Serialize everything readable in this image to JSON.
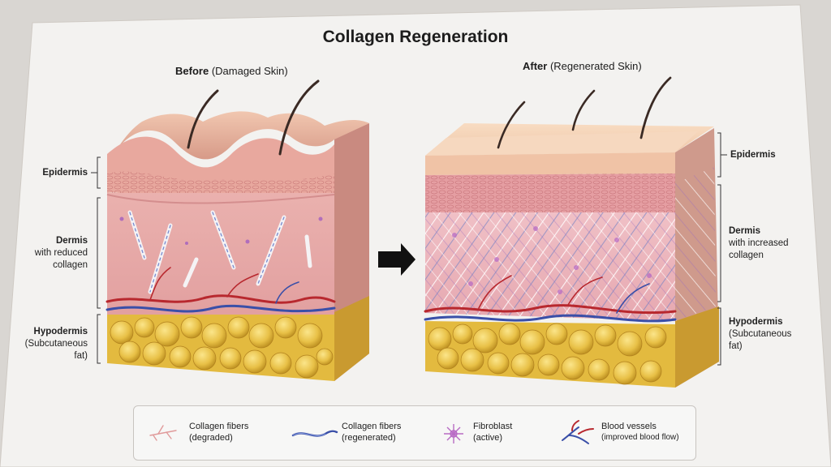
{
  "title": "Collagen Regeneration",
  "before": {
    "heading_bold": "Before",
    "heading_rest": "(Damaged Skin)"
  },
  "after": {
    "heading_bold": "After",
    "heading_rest": "(Regenerated Skin)"
  },
  "left_labels": {
    "epidermis": "Epidermis",
    "dermis": "Dermis",
    "dermis_sub1": "with reduced",
    "dermis_sub2": "collagen",
    "hypodermis": "Hypodermis",
    "hypo_sub1": "(Subcutaneous",
    "hypo_sub2": "fat)"
  },
  "right_labels": {
    "epidermis": "Epidermis",
    "dermis": "Dermis",
    "dermis_sub1": "with increased",
    "dermis_sub2": "collagen",
    "hypodermis": "Hypodermis",
    "hypo_sub1": "(Subcutaneous",
    "hypo_sub2": "fat)"
  },
  "legend": [
    {
      "line1": "Collagen fibers",
      "line2": "(degraded)",
      "icon": "degraded-fiber-icon"
    },
    {
      "line1": "Collagen fibers",
      "line2": "(regenerated)",
      "icon": "regenerated-fiber-icon"
    },
    {
      "line1": "Fibroblast",
      "line2": "(active)",
      "icon": "fibroblast-icon"
    },
    {
      "line1": "Blood vessels",
      "line2": "(improved blood flow)",
      "icon": "blood-vessel-icon"
    }
  ],
  "colors": {
    "epidermis": "#e9b8a4",
    "dermis": "#e7a6a8",
    "fat": "#e8c046",
    "vessel_red": "#b8282e",
    "vessel_blue": "#3a4fa8",
    "fibroblast": "#b86cc4"
  }
}
